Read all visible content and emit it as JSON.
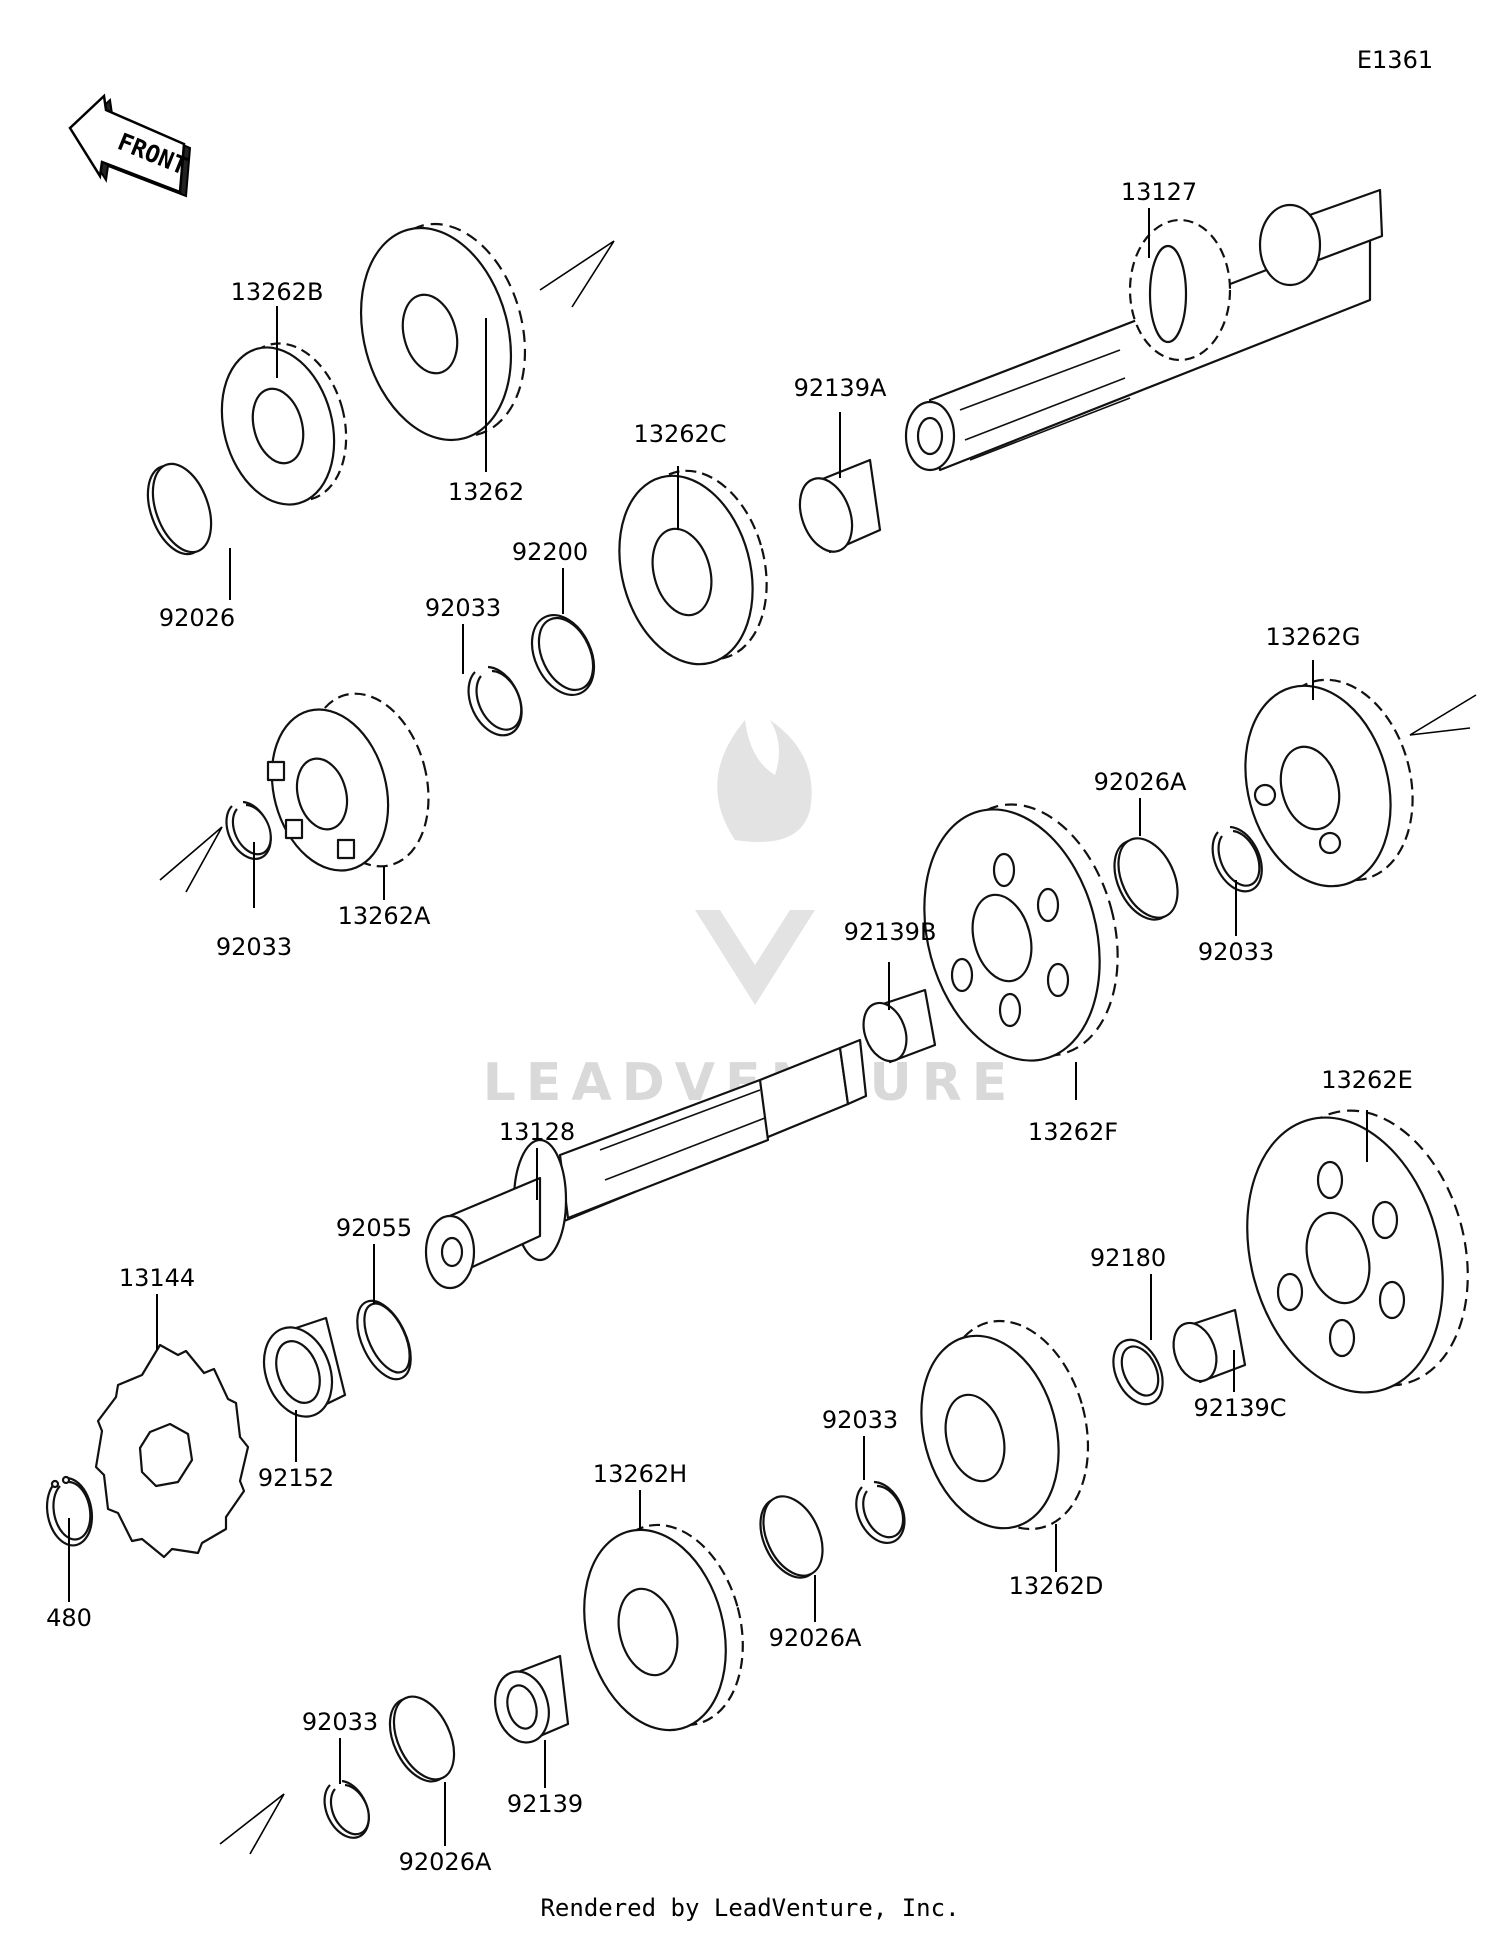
{
  "diagram_id": "E1361",
  "front_label": "FRONT",
  "watermark": "LEADVENTURE",
  "footer": "Rendered by LeadVenture, Inc.",
  "parts": {
    "p13262B": "13262B",
    "p13262": "13262",
    "p92026": "92026",
    "p13127": "13127",
    "p92139A": "92139A",
    "p13262C": "13262C",
    "p92200": "92200",
    "p92033_a": "92033",
    "p13262A": "13262A",
    "p92033_b": "92033",
    "p13262G": "13262G",
    "p92026A_a": "92026A",
    "p92033_c": "92033",
    "p92139B": "92139B",
    "p13262F": "13262F",
    "p13262E": "13262E",
    "p13128": "13128",
    "p92055": "92055",
    "p13144": "13144",
    "p92152": "92152",
    "p92180": "92180",
    "p92139C": "92139C",
    "p92033_d": "92033",
    "p13262D": "13262D",
    "p13262H": "13262H",
    "p92026A_b": "92026A",
    "p480": "480",
    "p92033_e": "92033",
    "p92139": "92139",
    "p92026A_c": "92026A"
  }
}
